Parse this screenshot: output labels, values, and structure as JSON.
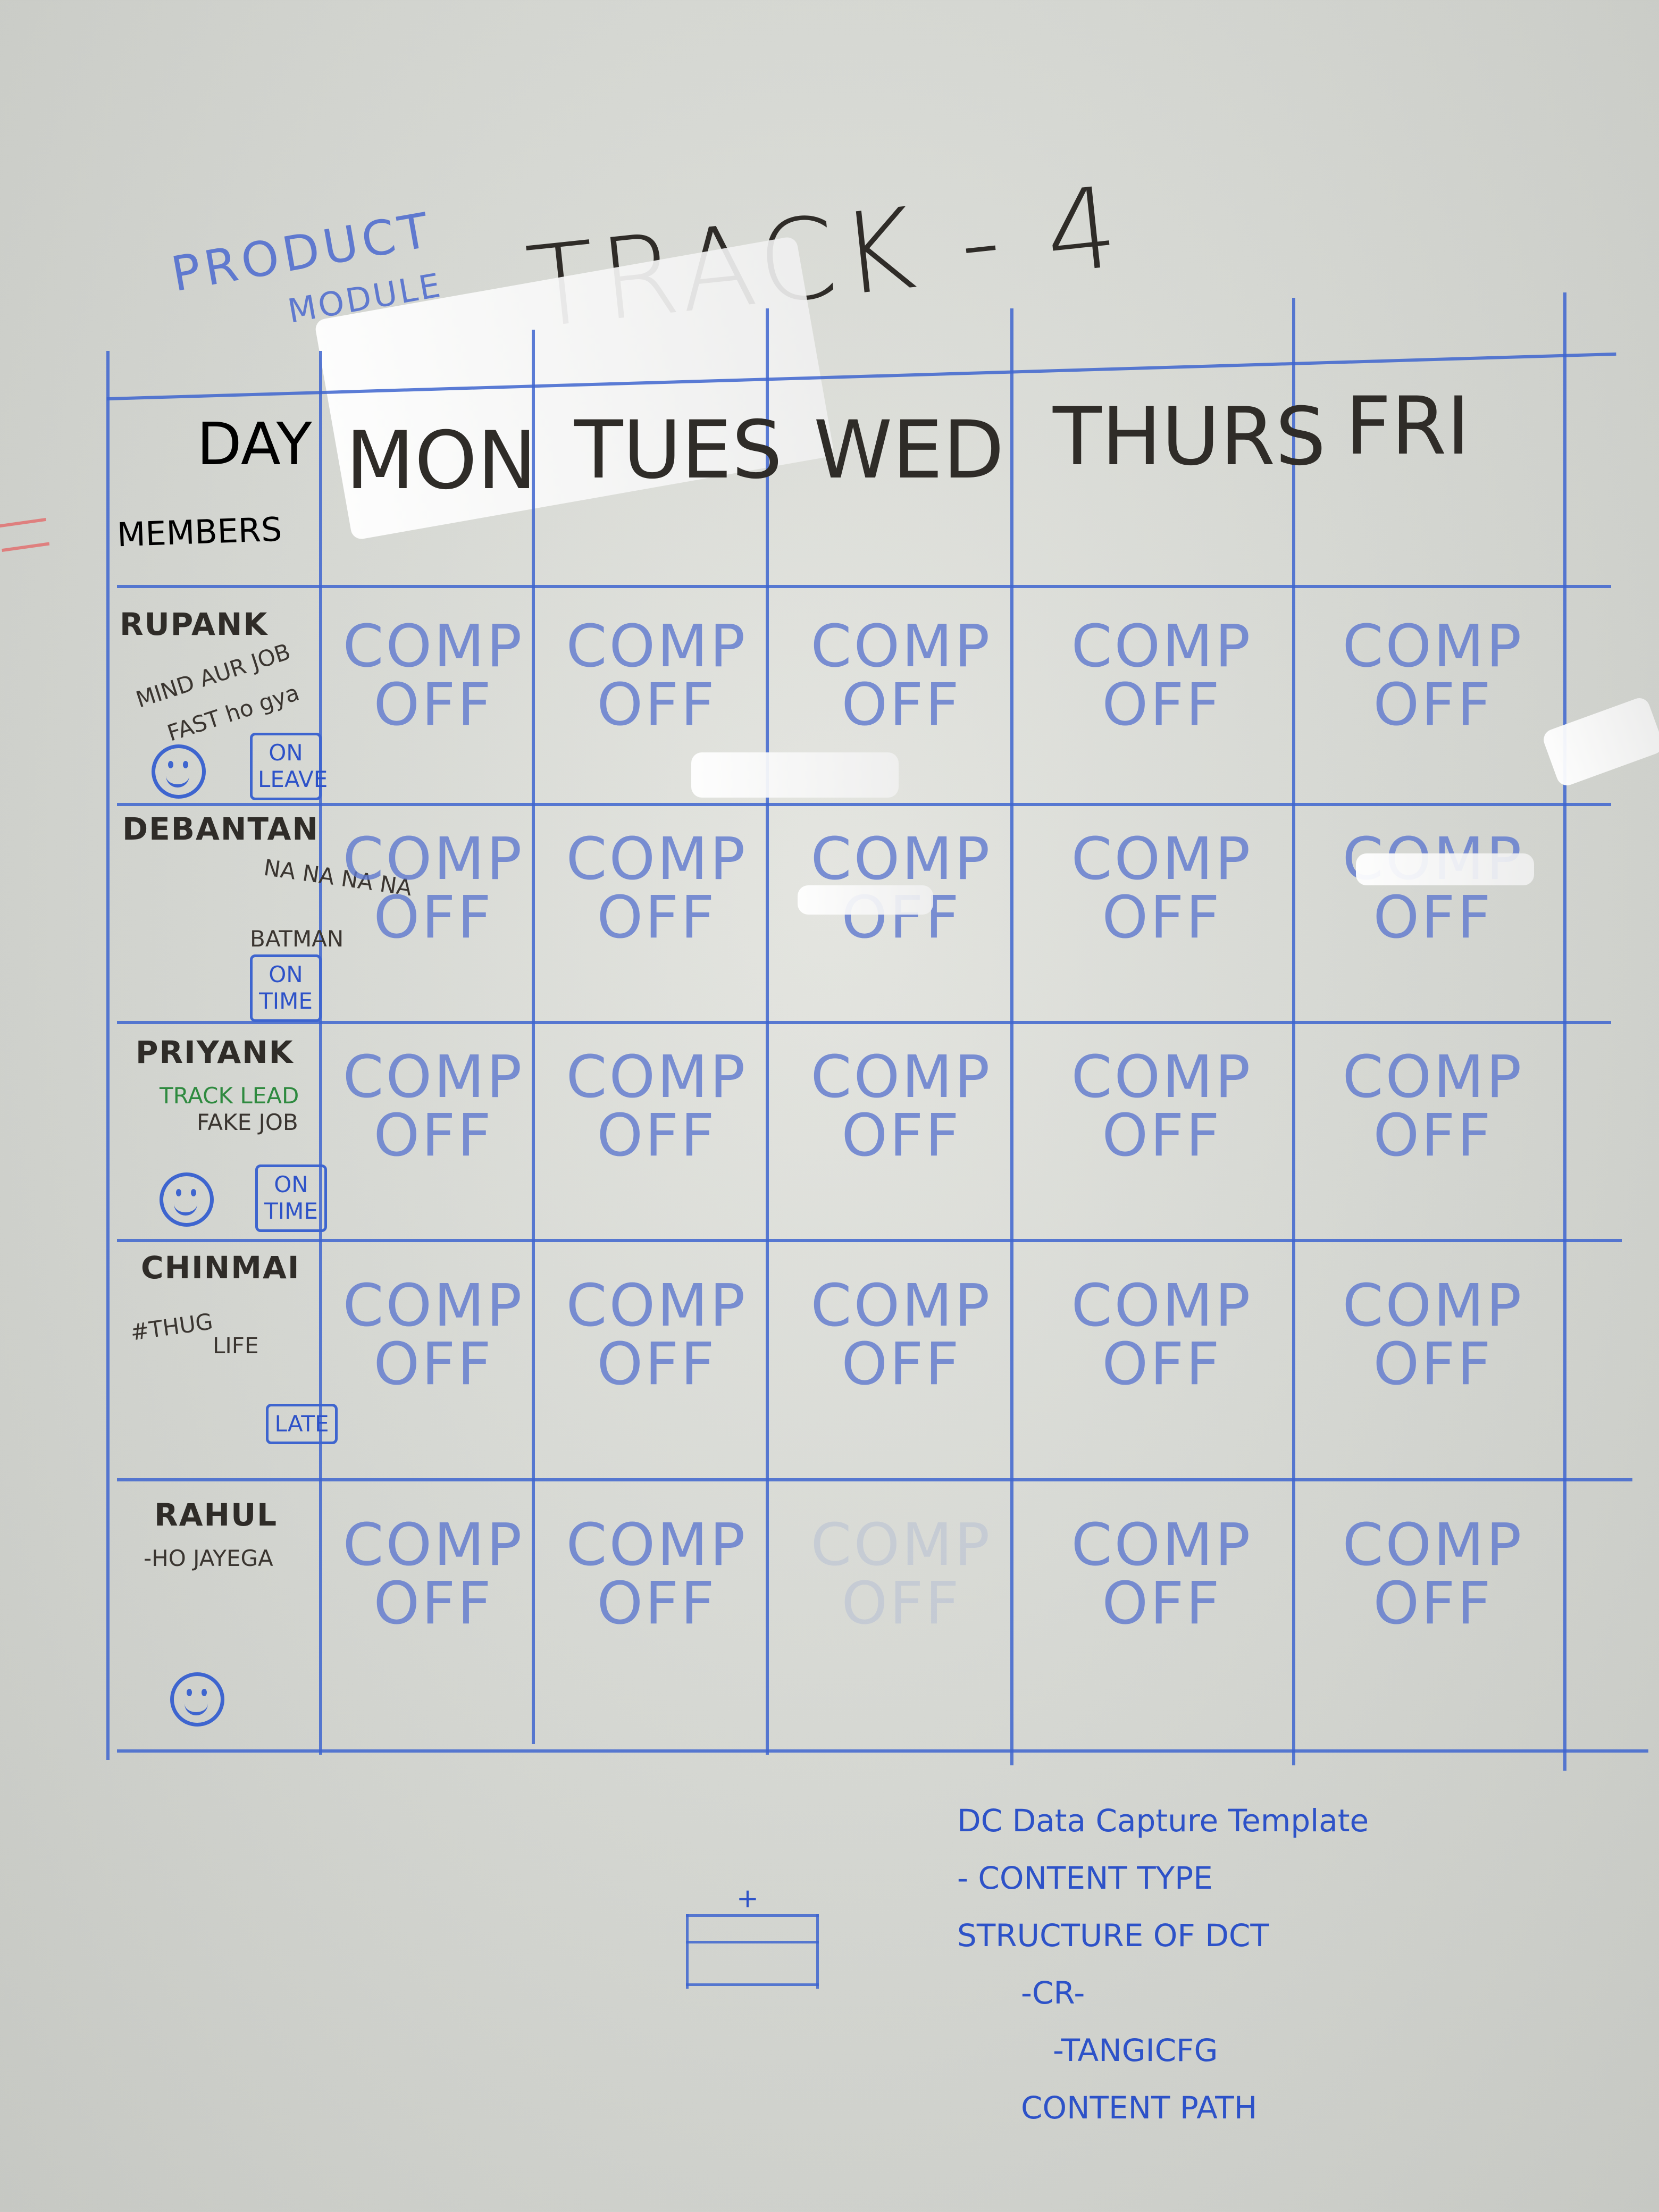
{
  "board": {
    "title": "TRACK - 4",
    "subtitle1": "PRODUCT",
    "subtitle2": "MODULE",
    "header_day": "DAY",
    "header_members": "MEMBERS",
    "days": [
      "MON",
      "TUES",
      "WED",
      "THURS",
      "FRI"
    ],
    "members": [
      {
        "name": "RUPANK",
        "note1": "MIND AUR JOB",
        "note2": "FAST ho gya",
        "status": "ON LEAVE"
      },
      {
        "name": "DEBANTAN",
        "note1": "NA NA NA NA",
        "note2": "BATMAN",
        "status": "ON TIME"
      },
      {
        "name": "PRIYANK",
        "note1": "TRACK LEAD",
        "note2": "FAKE JOB",
        "status": "ON TIME"
      },
      {
        "name": "CHINMAI",
        "note1": "#THUG",
        "note2": "LIFE",
        "status": "LATE"
      },
      {
        "name": "RAHUL",
        "note1": "-HO JAYEGA",
        "note2": "",
        "status": ""
      }
    ],
    "cell_text": [
      "COMP",
      "OFF"
    ],
    "notes": [
      "DC  Data Capture Template",
      "- CONTENT TYPE",
      "STRUCTURE OF DCT",
      "-CR-",
      "-TANGICFG",
      "CONTENT PATH"
    ]
  }
}
